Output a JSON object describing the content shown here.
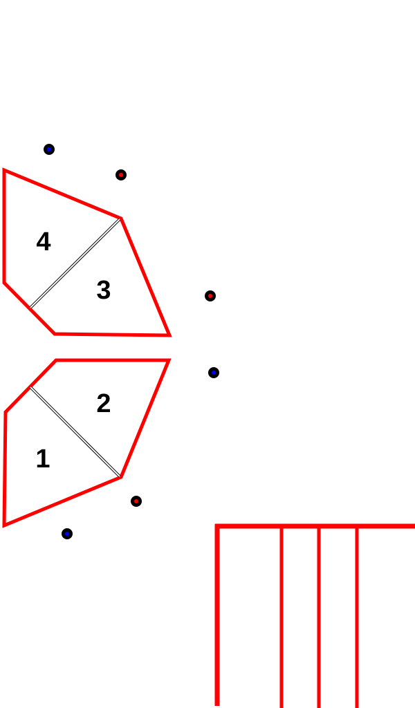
{
  "colors": {
    "boundary": "#ff0000",
    "divider": "#000000",
    "label": "#000000",
    "marker_ring": "#000000",
    "marker_blue": "#0000ff",
    "marker_red": "#ff0000",
    "background": "#ffffff"
  },
  "zones": [
    {
      "id": "1",
      "label": "1"
    },
    {
      "id": "2",
      "label": "2"
    },
    {
      "id": "3",
      "label": "3"
    },
    {
      "id": "4",
      "label": "4"
    }
  ],
  "markers": [
    {
      "id": "top-blue",
      "color": "blue"
    },
    {
      "id": "top-red",
      "color": "red"
    },
    {
      "id": "mid-red",
      "color": "red"
    },
    {
      "id": "mid-blue",
      "color": "blue"
    },
    {
      "id": "bottom-red",
      "color": "red"
    },
    {
      "id": "bottom-blue",
      "color": "blue"
    }
  ]
}
